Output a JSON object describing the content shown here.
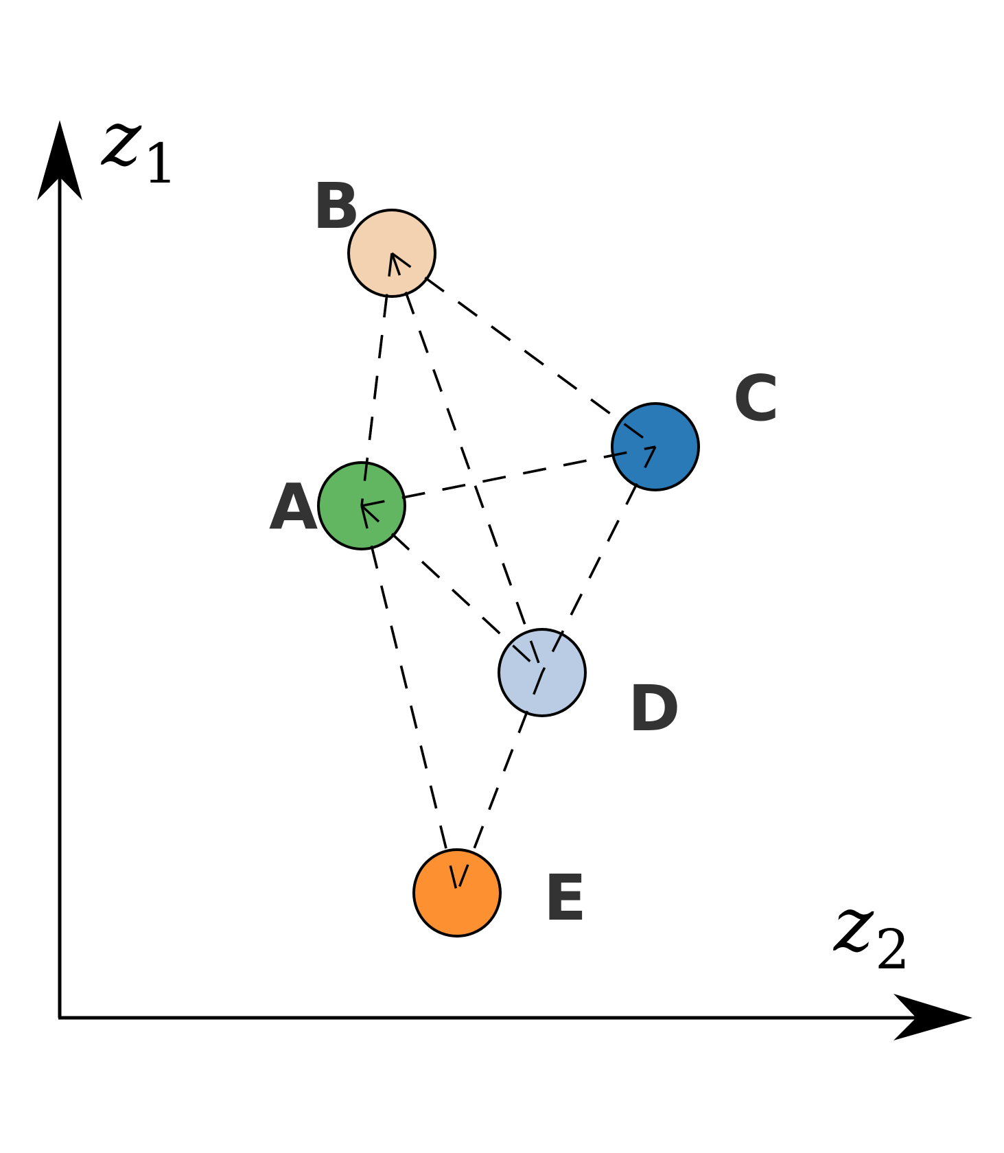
{
  "axes": {
    "vertical": {
      "label": "z",
      "subscript": "1"
    },
    "horizontal": {
      "label": "z",
      "subscript": "2"
    }
  },
  "nodes": [
    {
      "id": "A",
      "label": "A",
      "color": "#62b662"
    },
    {
      "id": "B",
      "label": "B",
      "color": "#f2d2b1"
    },
    {
      "id": "C",
      "label": "C",
      "color": "#2a7ab8"
    },
    {
      "id": "D",
      "label": "D",
      "color": "#b9cce3"
    },
    {
      "id": "E",
      "label": "E",
      "color": "#fd9031"
    }
  ],
  "edges": [
    [
      "B",
      "A"
    ],
    [
      "B",
      "C"
    ],
    [
      "B",
      "D"
    ],
    [
      "A",
      "C"
    ],
    [
      "A",
      "D"
    ],
    [
      "A",
      "E"
    ],
    [
      "C",
      "D"
    ],
    [
      "D",
      "E"
    ]
  ],
  "edge_style": "dashed",
  "label_color": "#333333"
}
